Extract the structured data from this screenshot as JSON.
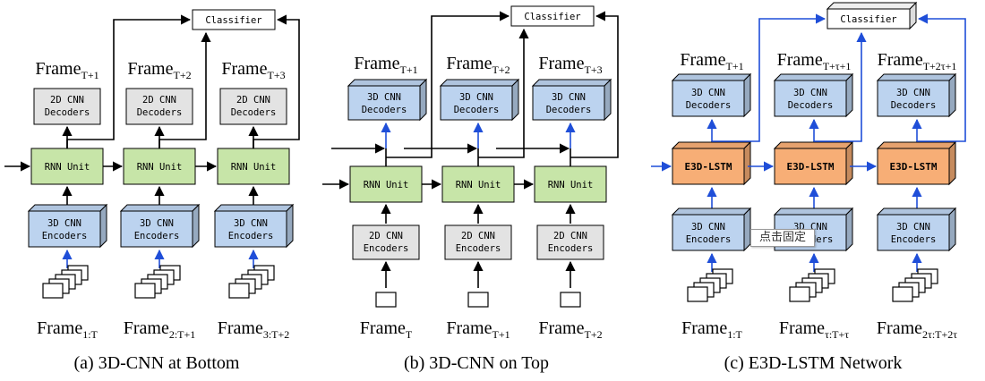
{
  "panel_a": {
    "classifier": "Classifier",
    "frames_top": [
      {
        "base": "Frame",
        "sub": "T+1"
      },
      {
        "base": "Frame",
        "sub": "T+2"
      },
      {
        "base": "Frame",
        "sub": "T+3"
      }
    ],
    "decoder_line1": "2D CNN",
    "decoder_line2": "Decoders",
    "rnn": "RNN Unit",
    "encoder_line1": "3D CNN",
    "encoder_line2": "Encoders",
    "frames_bottom": [
      {
        "base": "Frame",
        "sub": "1:T"
      },
      {
        "base": "Frame",
        "sub": "2:T+1"
      },
      {
        "base": "Frame",
        "sub": "3:T+2"
      }
    ],
    "caption": "(a)  3D-CNN at Bottom"
  },
  "panel_b": {
    "classifier": "Classifier",
    "frames_top": [
      {
        "base": "Frame",
        "sub": "T+1"
      },
      {
        "base": "Frame",
        "sub": "T+2"
      },
      {
        "base": "Frame",
        "sub": "T+3"
      }
    ],
    "decoder_line1": "3D CNN",
    "decoder_line2": "Decoders",
    "rnn": "RNN Unit",
    "encoder_line1": "2D CNN",
    "encoder_line2": "Encoders",
    "frames_bottom": [
      {
        "base": "Frame",
        "sub": "T"
      },
      {
        "base": "Frame",
        "sub": "T+1"
      },
      {
        "base": "Frame",
        "sub": "T+2"
      }
    ],
    "caption": "(b)  3D-CNN on Top"
  },
  "panel_c": {
    "classifier": "Classifier",
    "frames_top": [
      {
        "base": "Frame",
        "sub": "T+1"
      },
      {
        "base": "Frame",
        "sub": "T+τ+1"
      },
      {
        "base": "Frame",
        "sub": "T+2τ+1"
      }
    ],
    "decoder_line1": "3D CNN",
    "decoder_line2": "Decoders",
    "rnn": "E3D-LSTM",
    "encoder_line1": "3D CNN",
    "encoder_line2": "Encoders",
    "frames_bottom": [
      {
        "base": "Frame",
        "sub": "1:T"
      },
      {
        "base": "Frame",
        "sub": "τ:T+τ"
      },
      {
        "base": "Frame",
        "sub": "2τ:T+2τ"
      }
    ],
    "caption": "(c)  E3D-LSTM Network"
  },
  "tooltip": "点击固定",
  "colors": {
    "blue_box": "#bcd3ef",
    "gray_box": "#e3e3e3",
    "green_box": "#c7e5a8",
    "orange_box": "#f7ae76",
    "blue_arrow": "#1f4ed8",
    "black": "#000000"
  }
}
